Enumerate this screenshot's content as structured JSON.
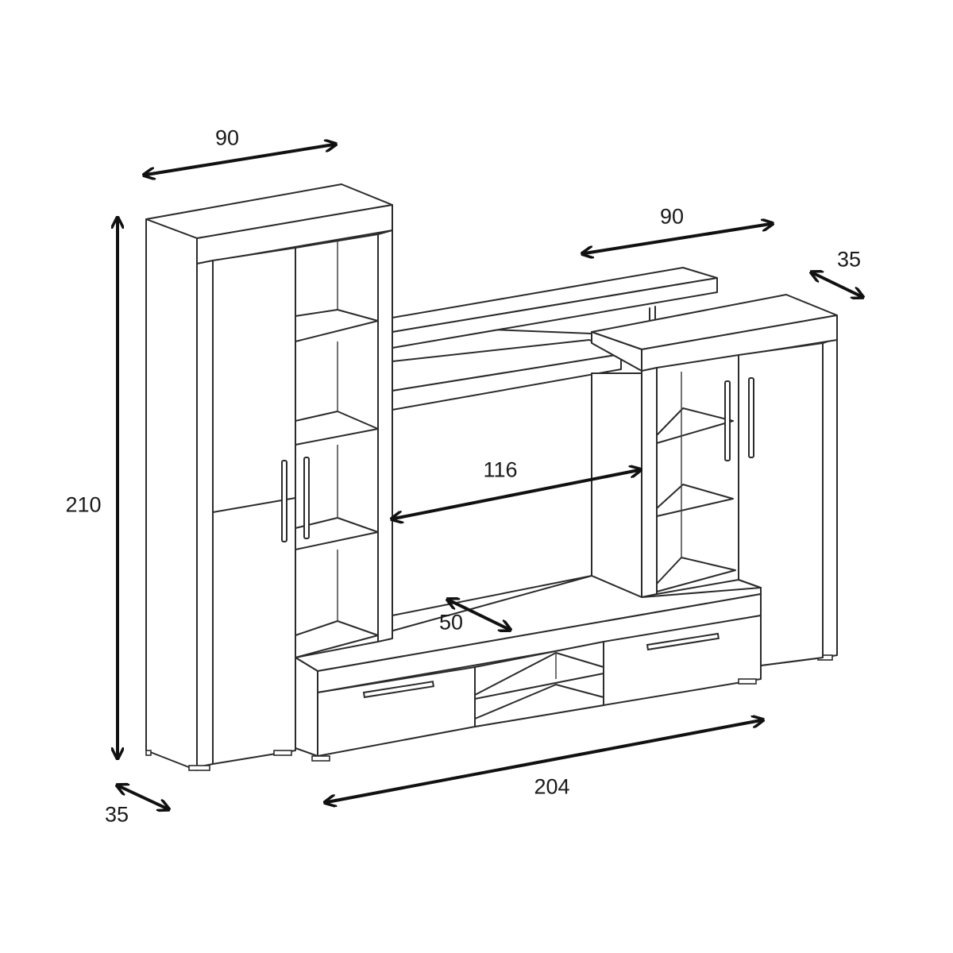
{
  "dimensions": {
    "left_width": "90",
    "right_width": "90",
    "right_depth": "35",
    "height": "210",
    "opening_width": "116",
    "base_depth": "50",
    "left_depth": "35",
    "total_width": "204"
  }
}
